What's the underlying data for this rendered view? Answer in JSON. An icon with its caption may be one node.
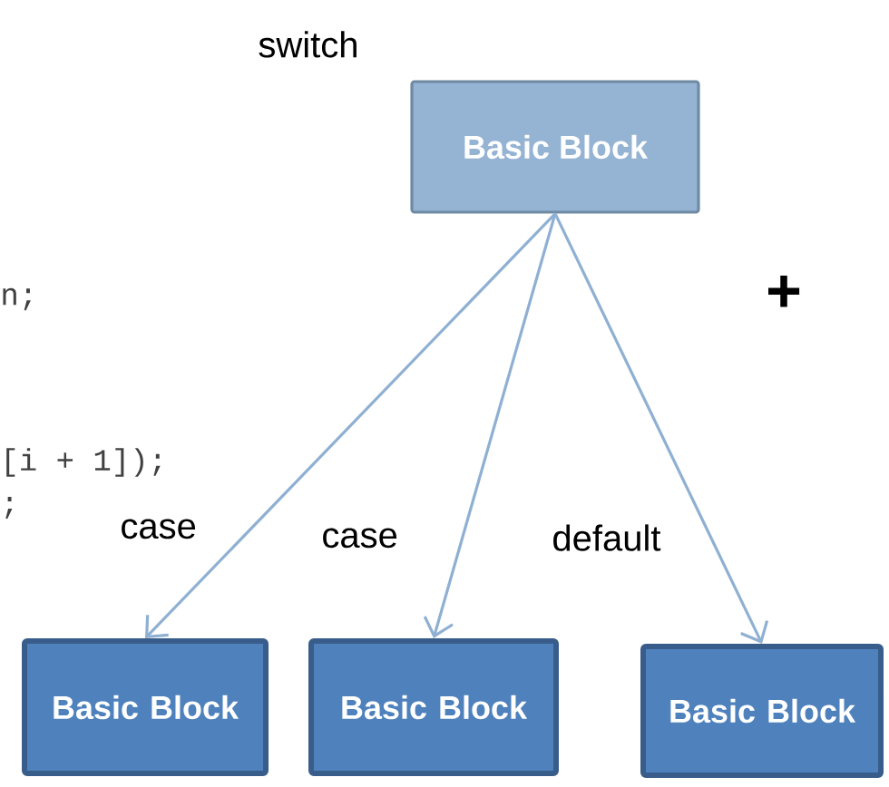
{
  "diagram": {
    "nodes": [
      {
        "text": [
          "Basic Block"
        ],
        "beside": [
          "switch"
        ]
      },
      {
        "text": [
          "Basic Block"
        ]
      },
      {
        "text": [
          "Basic Block"
        ]
      },
      {
        "text": [
          "Basic Block"
        ]
      }
    ],
    "edges": [
      {
        "from": 0,
        "to": 1,
        "arrow": "to",
        "label": "case"
      },
      {
        "from": 0,
        "to": 2,
        "arrow": "to",
        "label": "case"
      },
      {
        "from": 0,
        "to": 3,
        "arrow": "to",
        "label": "default"
      }
    ],
    "labels": [
      "n;",
      "[i + 1]);",
      ";",
      "+"
    ]
  }
}
